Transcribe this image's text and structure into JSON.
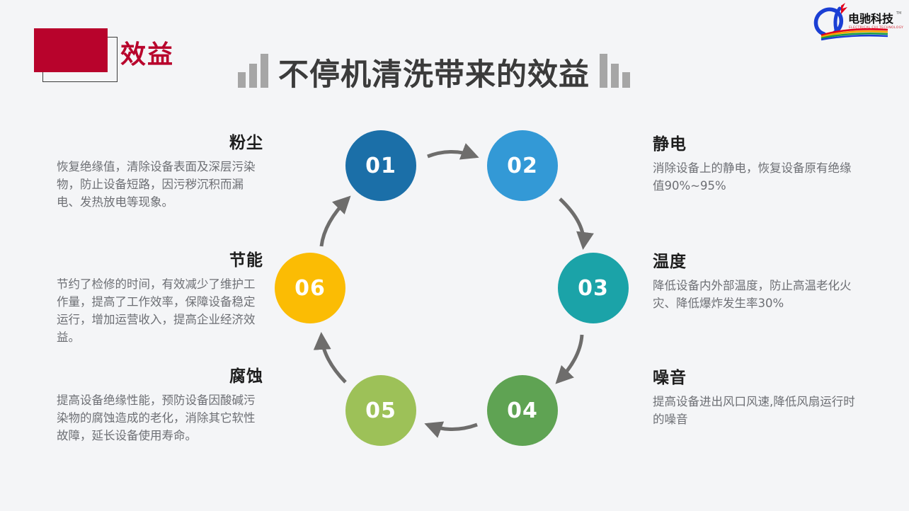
{
  "header": {
    "kicker": "效益",
    "kicker_color": "#b8032c",
    "badge_color": "#b8032c",
    "title": "不停机清洗带来的效益",
    "left_bars_icon": "bar-chart-ascending-icon",
    "right_bars_icon": "bar-chart-descending-icon"
  },
  "logo": {
    "mark": "logo-letter-d-icon",
    "name_cn": "电驰科技",
    "name_en": "ELECTRICAL CHI TECHNOLOGY",
    "trademark": "TM",
    "mark_color": "#1b3fd4",
    "accent_color": "#e2001a"
  },
  "diagram": {
    "type": "cycle",
    "nodes": [
      {
        "id": "01",
        "label": "01",
        "color": "#1b6fa8",
        "topic": "粉尘"
      },
      {
        "id": "02",
        "label": "02",
        "color": "#3399d6",
        "topic": "静电"
      },
      {
        "id": "03",
        "label": "03",
        "color": "#1ba3a8",
        "topic": "温度"
      },
      {
        "id": "04",
        "label": "04",
        "color": "#5fa353",
        "topic": "噪音"
      },
      {
        "id": "05",
        "label": "05",
        "color": "#9dc158",
        "topic": "腐蚀"
      },
      {
        "id": "06",
        "label": "06",
        "color": "#fbbc04",
        "topic": "节能"
      }
    ],
    "arrow_color": "#6e6d6c",
    "arrows": [
      {
        "from": "01",
        "to": "02"
      },
      {
        "from": "02",
        "to": "03"
      },
      {
        "from": "03",
        "to": "04"
      },
      {
        "from": "04",
        "to": "05"
      },
      {
        "from": "05",
        "to": "06"
      },
      {
        "from": "06",
        "to": "01"
      }
    ]
  },
  "blocks": {
    "dust": {
      "heading": "粉尘",
      "body": "恢复绝缘值，清除设备表面及深层污染物，防止设备短路，因污秽沉积而漏电、发热放电等现象。"
    },
    "energy": {
      "heading": "节能",
      "body": "节约了检修的时间，有效减少了维护工作量，提高了工作效率，保障设备稳定运行，增加运营收入，提高企业经济效益。"
    },
    "corrosion": {
      "heading": "腐蚀",
      "body": "提高设备绝缘性能，预防设备因酸碱污染物的腐蚀造成的老化，消除其它软性故障，延长设备使用寿命。"
    },
    "static": {
      "heading": "静电",
      "body": "消除设备上的静电，恢复设备原有绝缘值90%~95%"
    },
    "temperature": {
      "heading": "温度",
      "body": "降低设备内外部温度，防止高温老化火灾、降低爆炸发生率30%"
    },
    "noise": {
      "heading": "噪音",
      "body": "提高设备进出风口风速,降低风扇运行时的噪音"
    }
  }
}
